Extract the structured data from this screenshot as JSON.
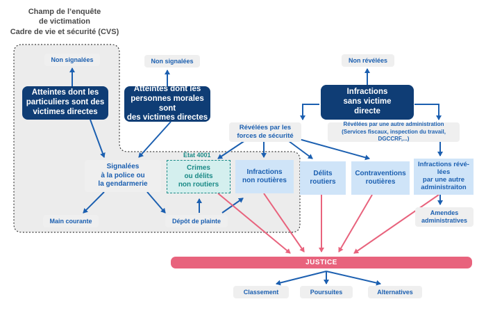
{
  "title": {
    "line1": "Champ de l’enquête",
    "line2": "de victimation",
    "line3": "Cadre de vie et sécurité (CVS)"
  },
  "nodes": {
    "non_signalees_1": "Non signalées",
    "non_signalees_2": "Non signalées",
    "non_revelees": "Non révélées",
    "atteintes_particuliers": "Atteintes dont les\nparticuliers sont des\nvictimes directes",
    "atteintes_morales": "Atteintes dont les\npersonnes morales sont\ndes victimes directes",
    "infractions_sans_victime": "Infractions\nsans victime\ndirecte",
    "revelees_forces": "Révélées par les\nforces de sécurité",
    "revelees_administration": "Révélées par une autre administration\n(Services fiscaux, inspection du travail, DGCCRF,...)",
    "signalees_police": "Signalées\nà la police ou\nla gendarmerie",
    "etat_4001": "État 4001",
    "crimes_delits": "Crimes\nou délits\nnon routiers",
    "infractions_non_routieres": "Infractions\nnon routières",
    "delits_routiers": "Délits\nroutiers",
    "contraventions_routieres": "Contraventions\nroutières",
    "infractions_revelees_admin": "Infractions révé-\nlées\npar une autre\nadministraiton",
    "main_courante": "Main courante",
    "depot_plainte": "Dépôt de plainte",
    "amendes_administratives": "Amendes\nadministratives",
    "justice": "JUSTICE",
    "classement": "Classement",
    "poursuites": "Poursuites",
    "alternatives": "Alternatives"
  },
  "colors": {
    "dark_blue": "#0f3d75",
    "mid_blue": "#1b5fb0",
    "light_blue": "#cfe4f8",
    "grey_box": "#efefef",
    "teal": "#1a8a86",
    "justice_pink": "#e8637d"
  }
}
